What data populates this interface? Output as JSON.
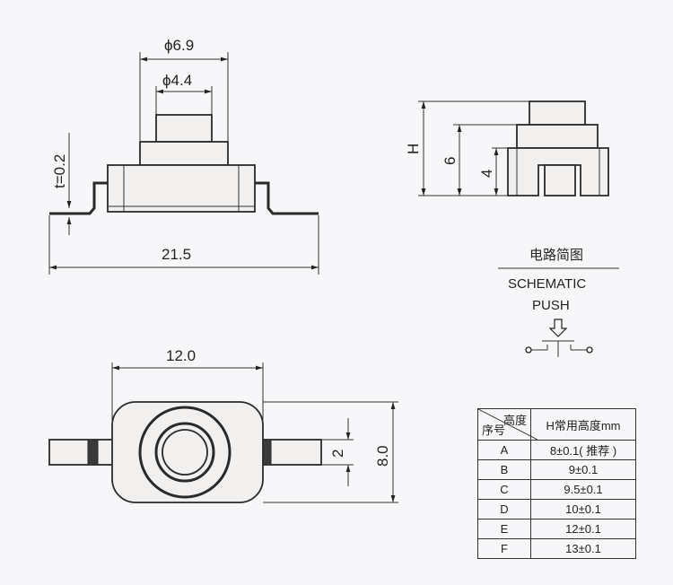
{
  "front_view": {
    "dim_outer_dia": "ϕ6.9",
    "dim_inner_dia": "ϕ4.4",
    "dim_thickness": "t=0.2",
    "dim_width": "21.5"
  },
  "side_view": {
    "dim_H": "H",
    "dim_6": "6",
    "dim_4": "4"
  },
  "top_view": {
    "dim_12": "12.0",
    "dim_2": "2",
    "dim_8": "8.0"
  },
  "schematic": {
    "title_cn": "电路简图",
    "title_en": "SCHEMATIC",
    "subtitle": "PUSH"
  },
  "table": {
    "header_top": "高度",
    "header_bottom": "序号",
    "header_col2": "H常用高度mm",
    "rows": [
      {
        "id": "A",
        "height": "8±0.1( 推荐 )"
      },
      {
        "id": "B",
        "height": "9±0.1"
      },
      {
        "id": "C",
        "height": "9.5±0.1"
      },
      {
        "id": "D",
        "height": "10±0.1"
      },
      {
        "id": "E",
        "height": "12±0.1"
      },
      {
        "id": "F",
        "height": "13±0.1"
      }
    ]
  }
}
